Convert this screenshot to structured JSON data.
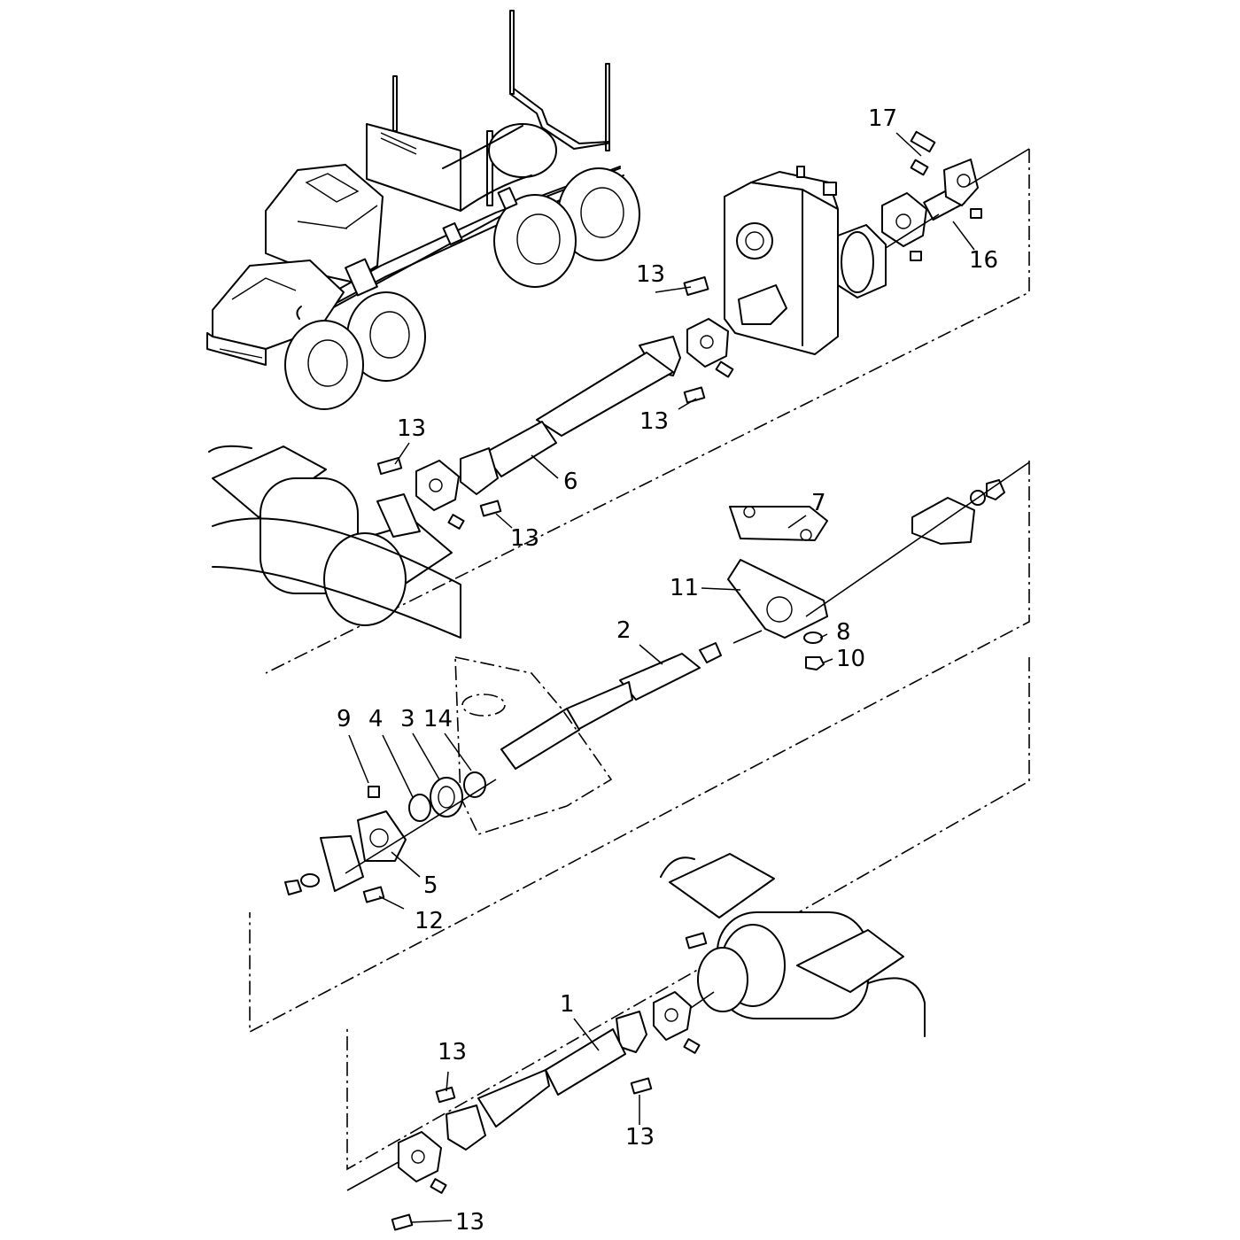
{
  "diagram": {
    "callouts": [
      {
        "id": "c17",
        "label": "17"
      },
      {
        "id": "c16",
        "label": "16"
      },
      {
        "id": "c13a",
        "label": "13"
      },
      {
        "id": "c13b",
        "label": "13"
      },
      {
        "id": "c13c",
        "label": "13"
      },
      {
        "id": "c6",
        "label": "6"
      },
      {
        "id": "c13d",
        "label": "13"
      },
      {
        "id": "c7",
        "label": "7"
      },
      {
        "id": "c11",
        "label": "11"
      },
      {
        "id": "c8",
        "label": "8"
      },
      {
        "id": "c10",
        "label": "10"
      },
      {
        "id": "c2",
        "label": "2"
      },
      {
        "id": "c9",
        "label": "9"
      },
      {
        "id": "c4",
        "label": "4"
      },
      {
        "id": "c3",
        "label": "3"
      },
      {
        "id": "c14",
        "label": "14"
      },
      {
        "id": "c5",
        "label": "5"
      },
      {
        "id": "c12",
        "label": "12"
      },
      {
        "id": "c1",
        "label": "1"
      },
      {
        "id": "c13e",
        "label": "13"
      },
      {
        "id": "c13f",
        "label": "13"
      },
      {
        "id": "c13g",
        "label": "13"
      }
    ]
  }
}
